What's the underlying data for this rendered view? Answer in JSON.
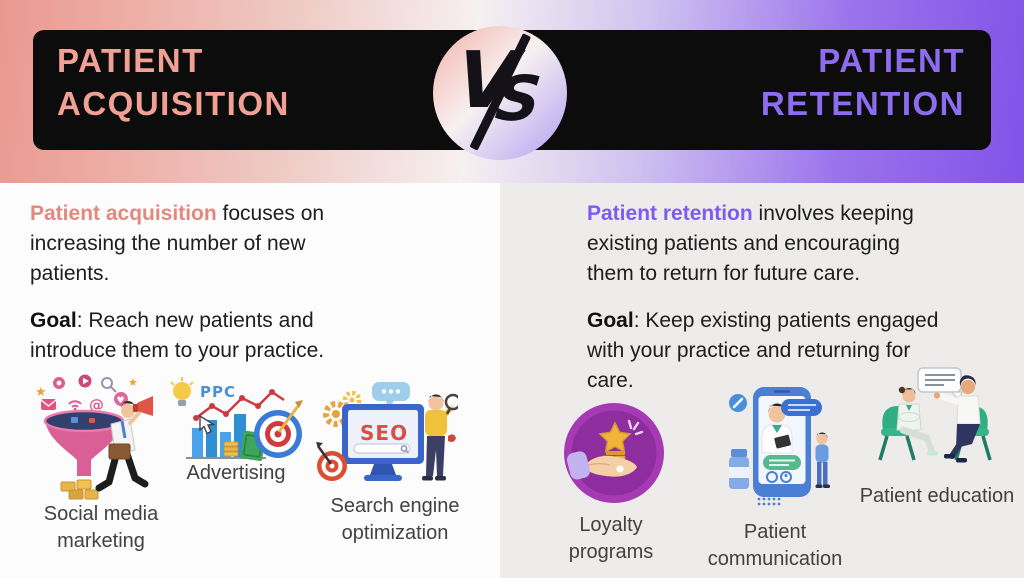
{
  "banner": {
    "left_title": "PATIENT\nACQUISITION",
    "right_title": "PATIENT\nRETENTION",
    "vs": {
      "v": "V",
      "s": "S"
    }
  },
  "left_column": {
    "intro_highlight": "Patient acquisition",
    "intro_rest": " focuses on increasing the number of new patients.",
    "goal_label": "Goal",
    "goal_rest": ": Reach new patients and introduce them to your practice.",
    "items": [
      {
        "label": "Social media marketing",
        "icon": "social-media-marketing-funnel-illustration"
      },
      {
        "label": "Advertising",
        "icon": "ppc-advertising-illustration"
      },
      {
        "label": "Search engine optimization",
        "icon": "seo-monitor-illustration"
      }
    ]
  },
  "right_column": {
    "intro_highlight": "Patient retention",
    "intro_rest": " involves keeping existing patients and encouraging them to return for future care.",
    "goal_label": "Goal",
    "goal_rest": ": Keep existing patients engaged with your practice and returning for care.",
    "items": [
      {
        "label": "Loyalty programs",
        "icon": "loyalty-reward-hand-illustration"
      },
      {
        "label": "Patient communication",
        "icon": "doctor-phone-chat-illustration"
      },
      {
        "label": "Patient education",
        "icon": "doctor-patient-conversation-illustration"
      }
    ]
  },
  "illustrations": {
    "ppc_label": "PPC",
    "seo_label": "SEO"
  },
  "colors": {
    "accent_salmon": "#f0a095",
    "accent_purple": "#8d6cf0",
    "banner_background": "#0c0c0c",
    "gradient_left": "#ea988e",
    "gradient_right": "#8352e8",
    "left_panel_background": "#fdfcfc",
    "right_panel_background": "#edeceb",
    "body_text": "#1d1d1d",
    "caption_text": "#414141"
  }
}
